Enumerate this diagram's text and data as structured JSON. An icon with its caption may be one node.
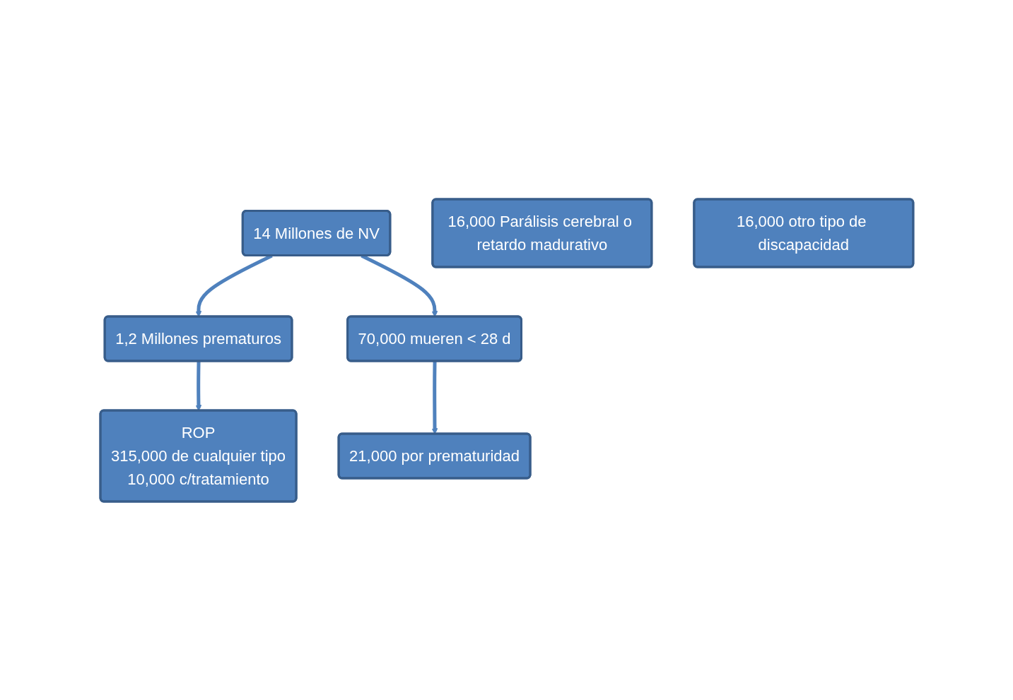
{
  "diagram": {
    "nodes": [
      {
        "text": [
          "14 Millones de NV"
        ]
      },
      {
        "text": [
          "1,2 Millones prematuros"
        ]
      },
      {
        "text": [
          "70,000 mueren < 28 d"
        ]
      },
      {
        "text": [
          "21,000 por prematuridad"
        ]
      },
      {
        "text": [
          "ROP",
          "315,000 de cualquier tipo",
          "10,000 c/tratamiento"
        ]
      },
      {
        "text": [
          "16,000 Parálisis cerebral o retardo madurativo"
        ]
      },
      {
        "text": [
          "16,000 otro tipo de discapacidad"
        ]
      }
    ],
    "edges": [
      {
        "from": 0,
        "to": 1,
        "arrow": "to"
      },
      {
        "from": 0,
        "to": 2,
        "arrow": "to"
      },
      {
        "from": 2,
        "to": 3,
        "arrow": "to"
      },
      {
        "from": 1,
        "to": 4,
        "arrow": "to"
      }
    ]
  }
}
